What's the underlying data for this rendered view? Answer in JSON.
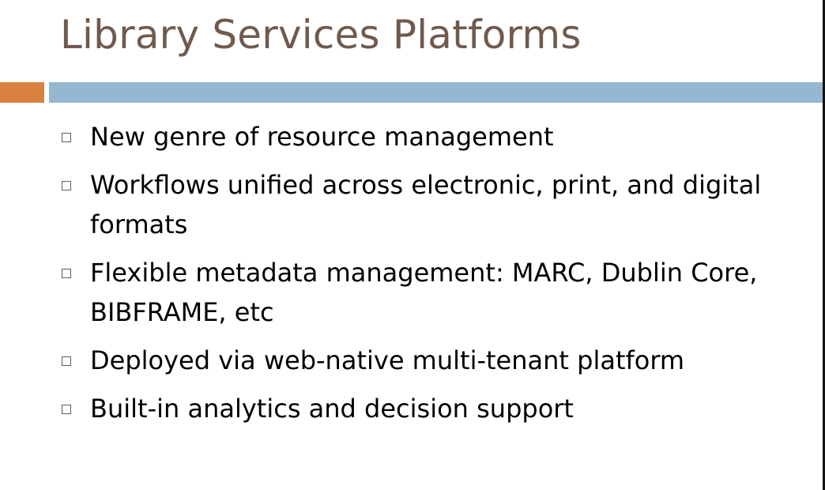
{
  "slide": {
    "title": "Library Services Platforms",
    "bullets": [
      "New genre of resource management",
      "Workflows unified across electronic, print, and digital formats",
      "Flexible metadata management: MARC, Dublin Core, BIBFRAME, etc",
      "Deployed via web-native multi-tenant platform",
      "Built-in analytics and decision support"
    ],
    "colors": {
      "title": "#6f5a4c",
      "accent_orange": "#d9823f",
      "accent_blue": "#95b7d1",
      "text": "#000000"
    },
    "bullet_icon": "hollow-square-bullet-icon"
  }
}
